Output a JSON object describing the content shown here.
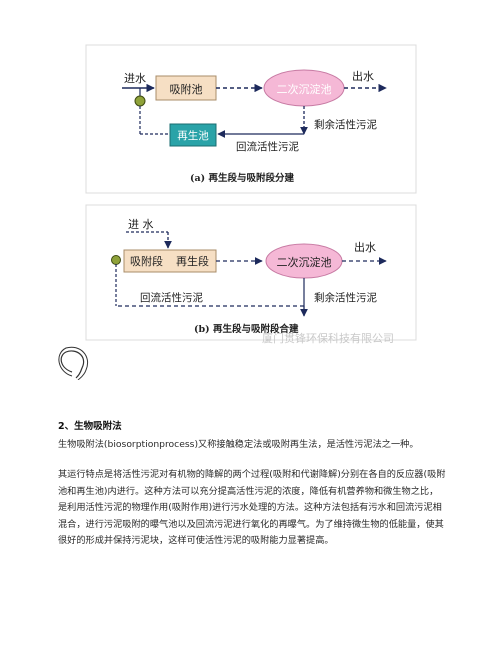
{
  "diagram_a": {
    "inflow": "进水",
    "adsorption_tank": "吸附池",
    "secondary_clarifier": "二次沉淀池",
    "outflow": "出水",
    "excess_sludge": "剩余活性污泥",
    "regeneration_tank": "再生池",
    "return_sludge": "回流活性污泥",
    "caption": "(a) 再生段与吸附段分建"
  },
  "diagram_b": {
    "inflow": "进 水",
    "adsorption_section": "吸附段",
    "regeneration_section": "再生段",
    "secondary_clarifier": "二次沉淀池",
    "outflow": "出水",
    "return_sludge": "回流活性污泥",
    "excess_sludge": "剩余活性污泥",
    "caption": "(b) 再生段与吸附段合建"
  },
  "watermark": "厦门贯锋环保科技有限公司",
  "section_title": "2、生物吸附法",
  "paragraphs": [
    "生物吸附法(biosorptionprocess)又称接触稳定法或吸附再生法，是活性污泥法之一种。",
    "其运行特点是将活性污泥对有机物的降解的两个过程(吸附和代谢降解)分别在各自的反应器(吸附池和再生池)内进行。这种方法可以充分提高活性污泥的浓度，降低有机营养物和微生物之比，是利用活性污泥的物理作用(吸附作用)进行污水处理的方法。这种方法包括有污水和回流污泥相混合，进行污泥吸附的曝气池以及回流污泥进行氧化的再曝气。为了维持微生物的低能量，使其很好的形成并保持污泥块，这样可使活性污泥的吸附能力显著提高。"
  ],
  "colors": {
    "adsorption_fill": "#f6dfc4",
    "clarifier_fill": "#f5b8d6",
    "regeneration_fill": "#2aa3a8",
    "valve_fill": "#8fa23a",
    "line": "#1d2a5c"
  }
}
